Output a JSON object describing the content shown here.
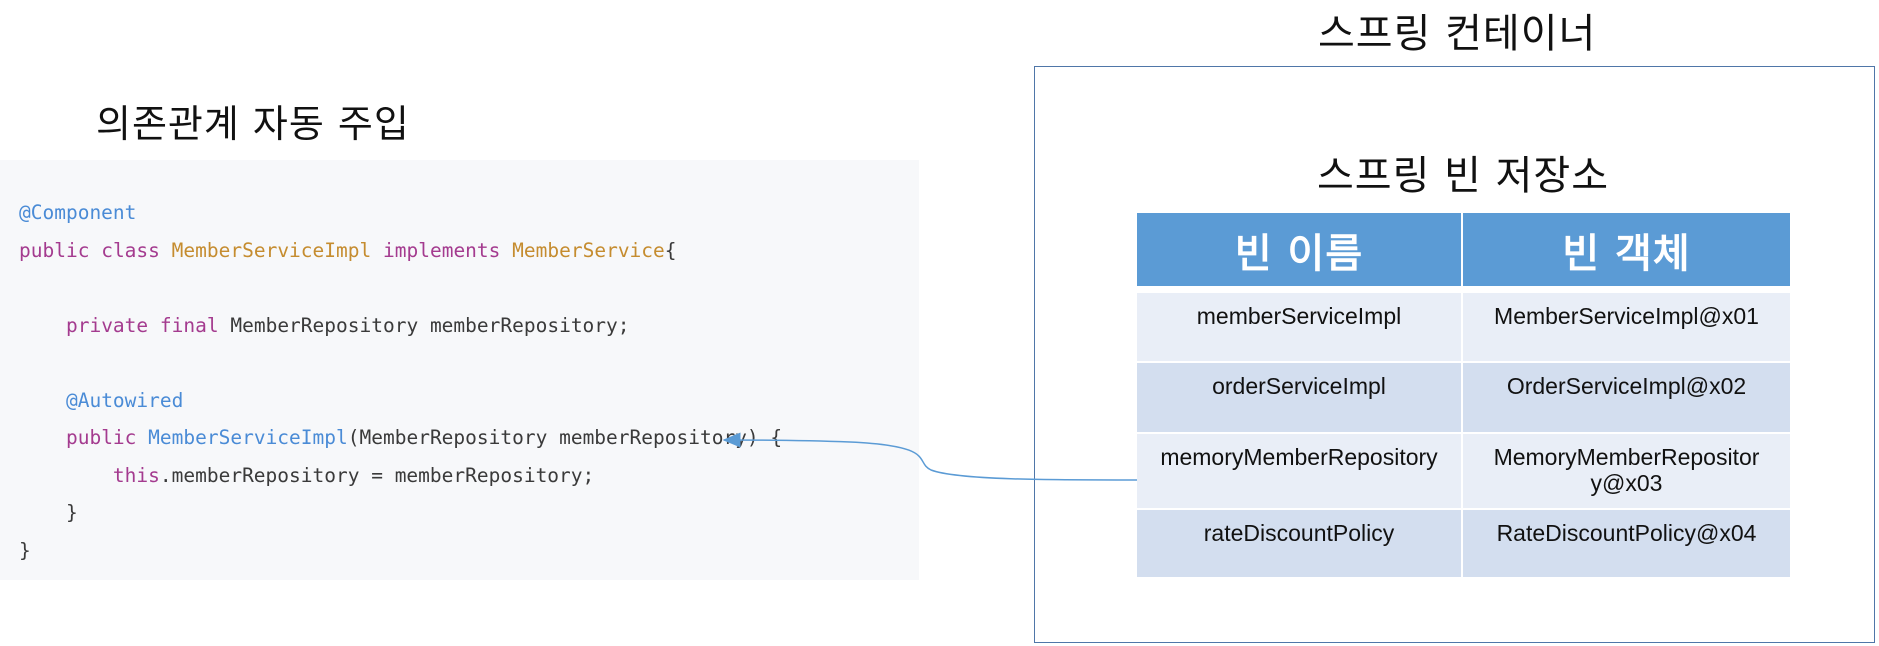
{
  "left_title": "의존관계 자동 주입",
  "code": {
    "line_1": "@Component",
    "line_2_public": "public",
    "line_2_class": "class",
    "line_2_type": "MemberServiceImpl",
    "line_2_implements": "implements",
    "line_2_interface": "MemberService",
    "line_2_brace": "{",
    "line_4_private": "private",
    "line_4_final": "final",
    "line_4_rest": "MemberRepository memberRepository;",
    "line_6": "@Autowired",
    "line_7_public": "public",
    "line_7_method": "MemberServiceImpl",
    "line_7_rest": "(MemberRepository memberRepository) {",
    "line_8_this": "this",
    "line_8_rest": ".memberRepository = memberRepository;",
    "line_9": "}",
    "line_10": "}"
  },
  "container_title": "스프링 컨테이너",
  "store_title": "스프링 빈 저장소",
  "table": {
    "headers": [
      "빈 이름",
      "빈 객체"
    ],
    "rows": [
      {
        "name": "memberServiceImpl",
        "object": "MemberServiceImpl@x01"
      },
      {
        "name": "orderServiceImpl",
        "object": "OrderServiceImpl@x02"
      },
      {
        "name": "memoryMemberRepository",
        "object": "MemoryMemberRepository@x03"
      },
      {
        "name": "rateDiscountPolicy",
        "object": "RateDiscountPolicy@x04"
      }
    ]
  },
  "colors": {
    "header_blue": "#5b9bd5",
    "row_dark": "#d3deef",
    "row_light": "#e9eef7",
    "border_blue": "#4f76a8",
    "arrow_blue": "#5b9bd5",
    "code_background": "#f7f8fa",
    "annotation": "#4a8bd6",
    "keyword": "#a43b8f",
    "type": "#c58c2f"
  }
}
